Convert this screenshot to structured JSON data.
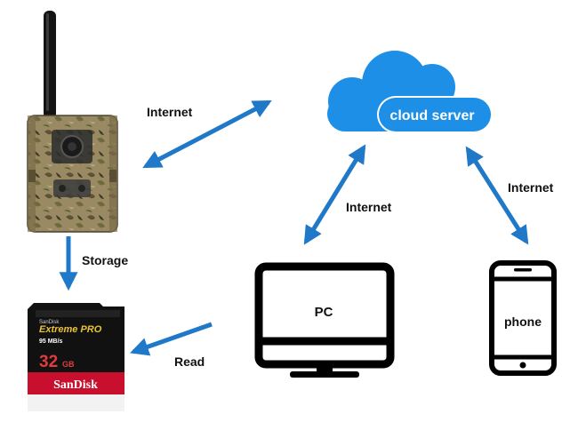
{
  "nodes": {
    "cloud_label": "cloud server",
    "pc_label": "PC",
    "phone_label": "phone"
  },
  "edges": {
    "camera_cloud": "Internet",
    "cloud_pc": "Internet",
    "cloud_phone": "Internet",
    "camera_storage": "Storage",
    "pc_card": "Read"
  },
  "sd_card": {
    "brand_small": "SanDisk",
    "product": "Extreme PRO",
    "speed": "95 MB/s",
    "capacity": "32",
    "unit": "GB",
    "brand": "SanDisk"
  },
  "colors": {
    "arrow": "#1f78c8",
    "cloud": "#1e8fe6",
    "device_outline": "#000000",
    "card_red": "#c8102e",
    "camo_bark": "#8a7a55"
  },
  "icons": [
    "trail-camera-icon",
    "cloud-icon",
    "monitor-icon",
    "smartphone-icon",
    "sd-card-icon"
  ]
}
